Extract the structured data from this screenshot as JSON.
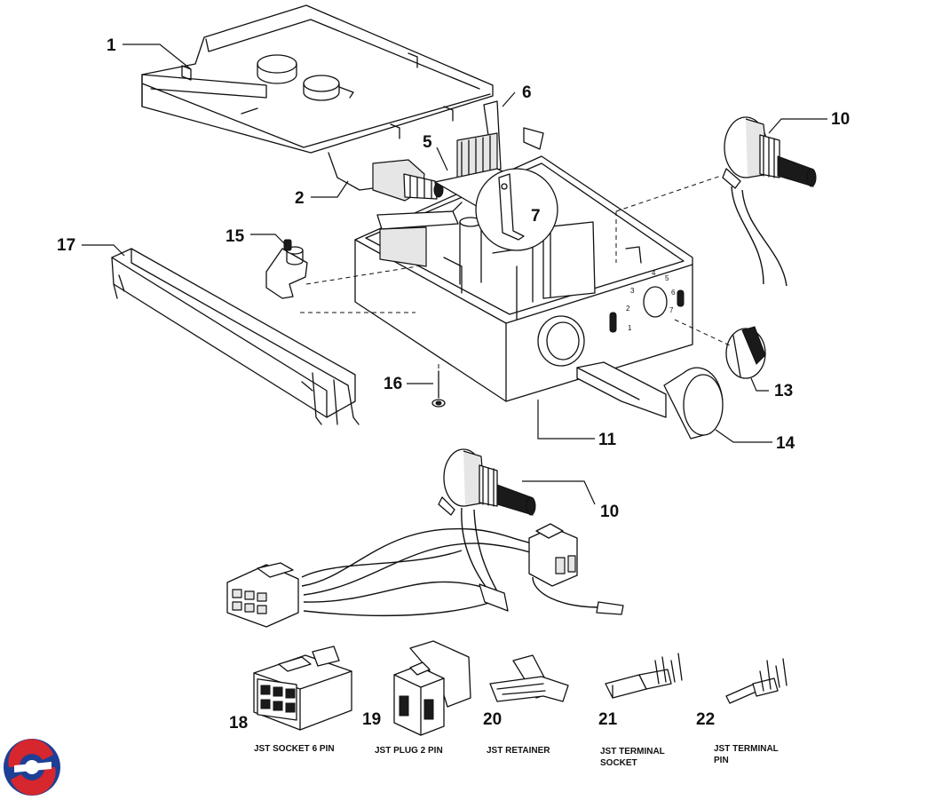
{
  "callouts": [
    "1",
    "2",
    "5",
    "6",
    "7",
    "10",
    "15",
    "17",
    "16",
    "11",
    "13",
    "14",
    "10",
    "18",
    "19",
    "20",
    "21",
    "22"
  ],
  "captions": {
    "c18": "JST SOCKET 6 PIN",
    "c19": "JST PLUG 2 PIN",
    "c20": "JST RETAINER",
    "c21a": "JST TERMINAL",
    "c21b": "SOCKET",
    "c22a": "JST TERMINAL",
    "c22b": "PIN"
  },
  "dial_marks": [
    "1",
    "2",
    "3",
    "4",
    "5",
    "6",
    "7"
  ],
  "colors": {
    "ink": "#111111",
    "logo_red": "#d6262e",
    "logo_blue": "#1d3f95"
  }
}
